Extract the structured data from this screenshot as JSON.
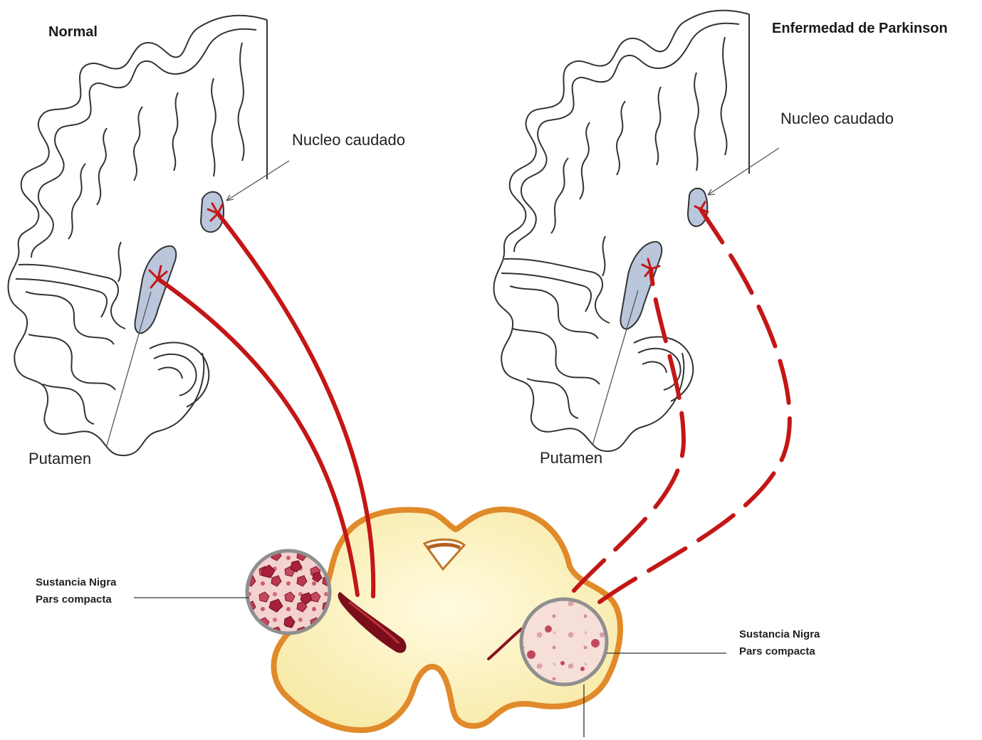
{
  "diagram": {
    "left_panel": {
      "title": "Normal",
      "caudate_label": "Nucleo caudado",
      "putamen_label": "Putamen"
    },
    "right_panel": {
      "title": "Enfermedad de Parkinson",
      "caudate_label": "Nucleo caudado",
      "putamen_label": "Putamen"
    },
    "substantia_nigra_left": {
      "line1": "Sustancia Nigra",
      "line2": "Pars compacta"
    },
    "substantia_nigra_right": {
      "line1": "Sustancia Nigra",
      "line2": "Pars compacta"
    },
    "colors": {
      "pathway": "#c41616",
      "brain_outline": "#333333",
      "nucleus_fill": "#b9c6dc",
      "midbrain_fill": "#fbf3c4",
      "midbrain_border": "#e08a2a",
      "nigra_dark": "#7a0e1a",
      "cell_bg": "#f5d9d5"
    }
  }
}
